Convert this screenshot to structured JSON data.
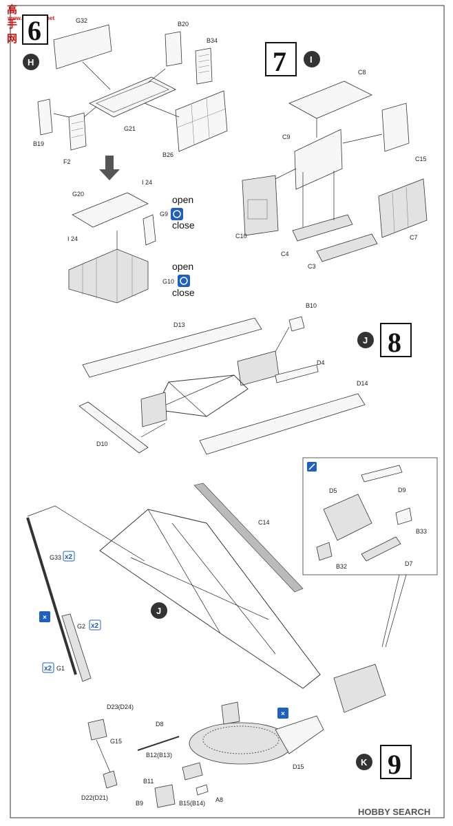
{
  "watermark": {
    "site_name": "高手网",
    "site_url": "www.gaoshou.net",
    "hobby": "HOBBY SEARCH"
  },
  "steps": [
    {
      "number": "6",
      "sub": "H"
    },
    {
      "number": "7",
      "sub": "I"
    },
    {
      "number": "8",
      "sub": "J"
    },
    {
      "number": "9",
      "sub": "K"
    }
  ],
  "marker_j": "J",
  "toggles": {
    "open": "open",
    "close": "close"
  },
  "multiplier": "x2",
  "parts": {
    "G32": "G32",
    "B20": "B20",
    "B34": "B34",
    "G21": "G21",
    "B19": "B19",
    "F2": "F2",
    "B26": "B26",
    "G20": "G20",
    "I24a": "I 24",
    "I24b": "I 24",
    "G9": "G9",
    "G10": "G10",
    "C8": "C8",
    "C9": "C9",
    "C15": "C15",
    "C10": "C10",
    "C4": "C4",
    "C3": "C3",
    "C7": "C7",
    "B10": "B10",
    "D13": "D13",
    "D4": "D4",
    "D14": "D14",
    "D10": "D10",
    "D5": "D5",
    "D9": "D9",
    "B33": "B33",
    "B32": "B32",
    "D7": "D7",
    "C14": "C14",
    "G33": "G33",
    "G2": "G2",
    "G1": "G1",
    "D23": "D23(D24)",
    "G15": "G15",
    "D8": "D8",
    "B12": "B12(B13)",
    "B11": "B11",
    "D22": "D22(D21)",
    "B9": "B9",
    "B15": "B15(B14)",
    "A8": "A8",
    "D15": "D15"
  }
}
